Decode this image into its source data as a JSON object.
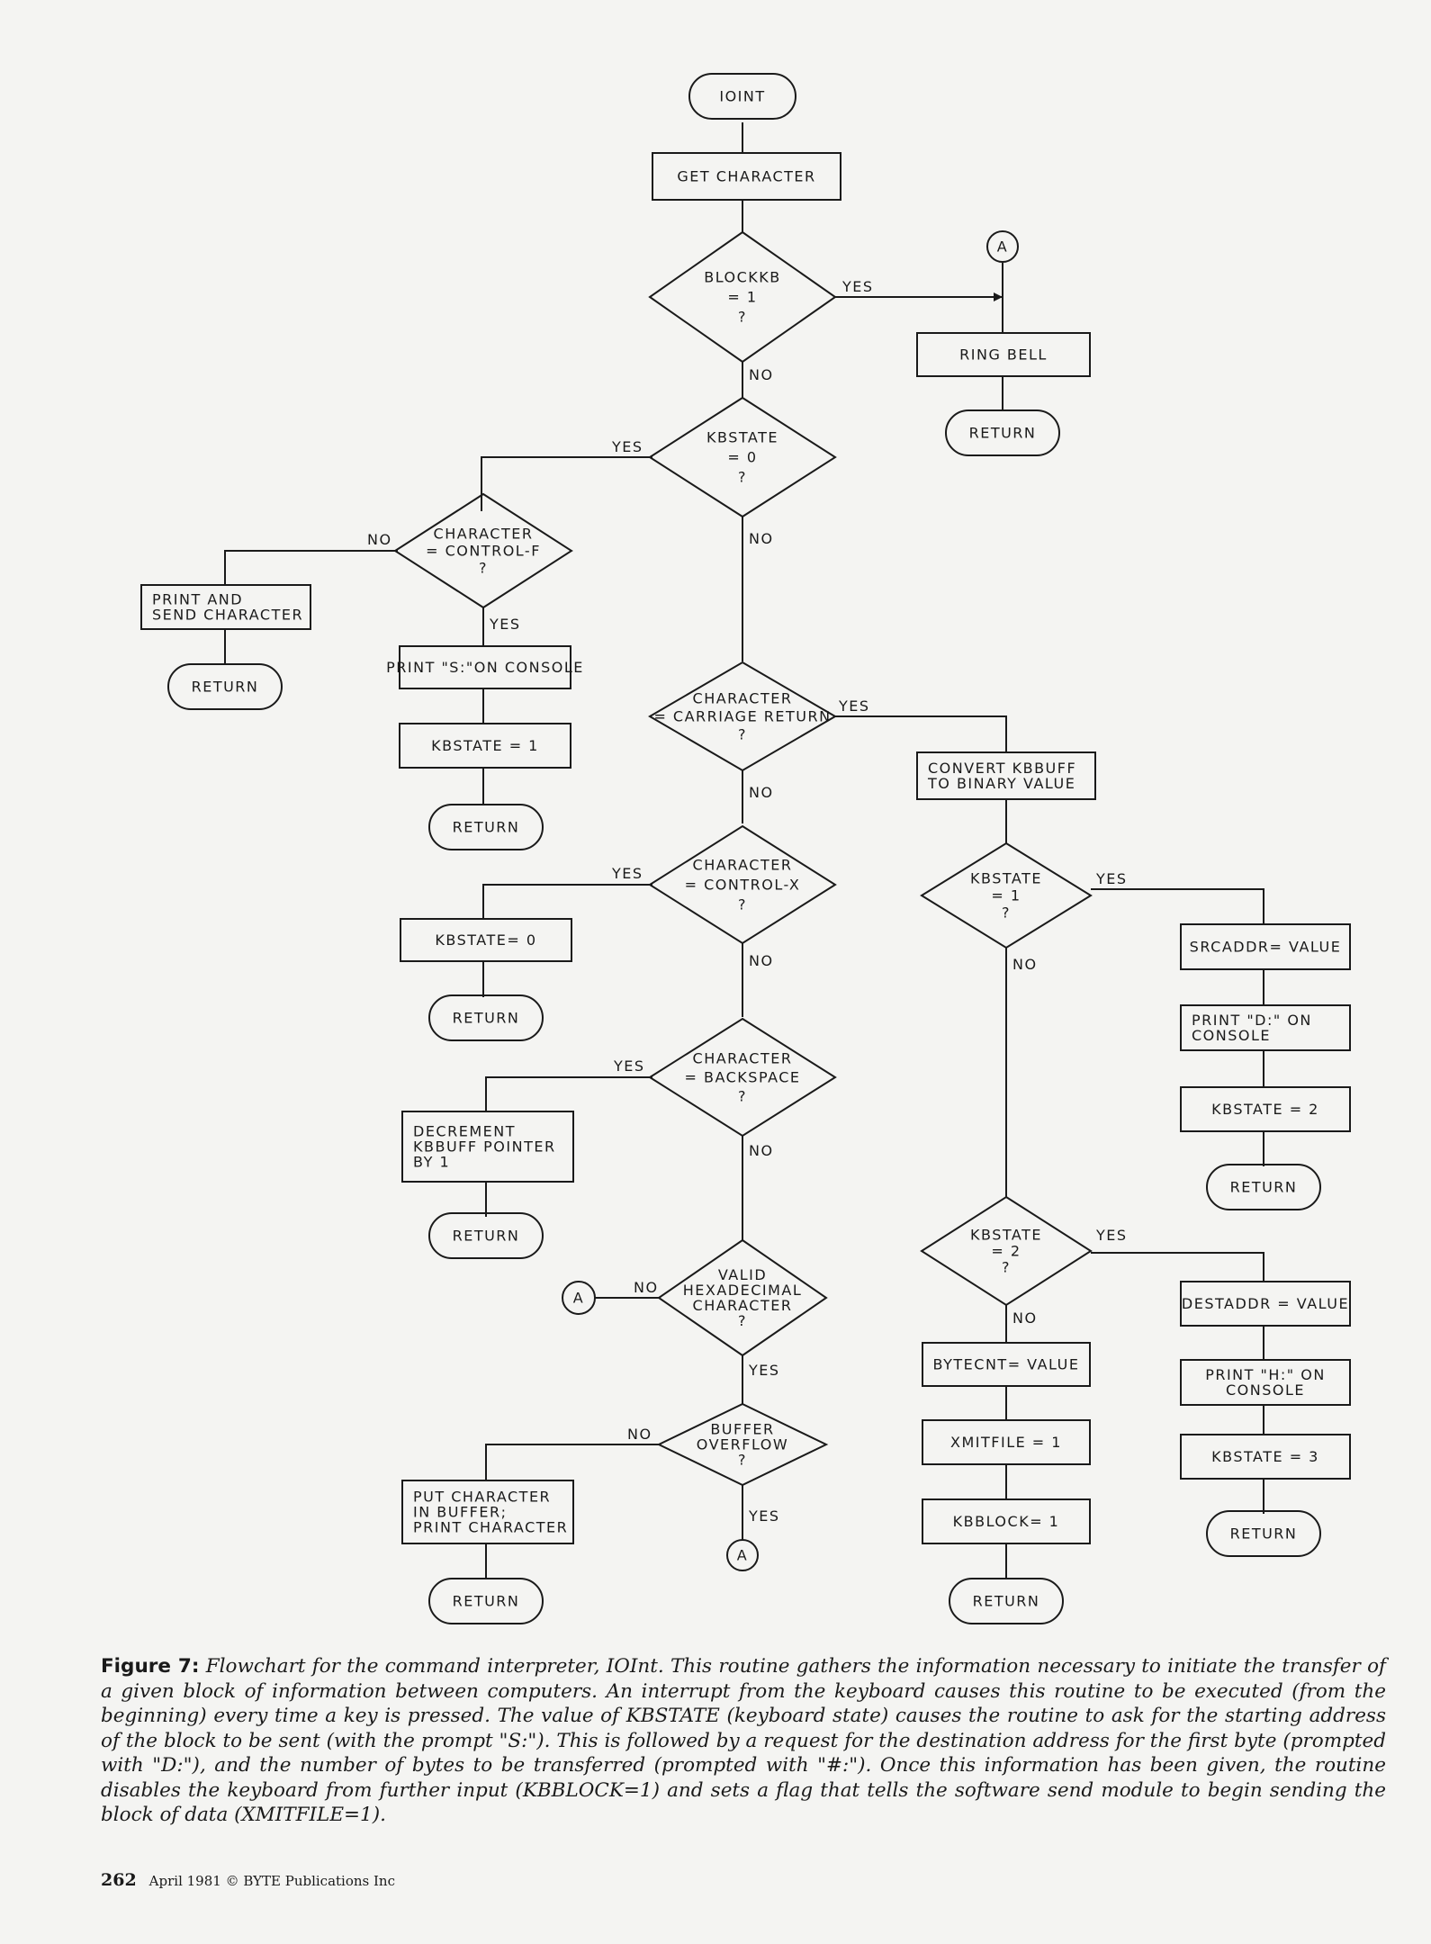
{
  "flowchart": {
    "nodes": {
      "ioint": "IOINT",
      "get_char": "GET CHARACTER",
      "blockkb": [
        "BLOCKKB",
        "= 1",
        "?"
      ],
      "ring_bell": "RING BELL",
      "ret_bell": "RETURN",
      "kbstate0": [
        "KBSTATE",
        "= 0",
        "?"
      ],
      "ctrl_f": [
        "CHARACTER",
        "= CONTROL-F",
        "?"
      ],
      "print_send": [
        "PRINT AND",
        "SEND CHARACTER"
      ],
      "ret_print": "RETURN",
      "print_s": "PRINT \"S:\"ON CONSOLE",
      "kbstate_set1": "KBSTATE = 1",
      "ret_s": "RETURN",
      "cr": [
        "CHARACTER",
        "= CARRIAGE RETURN",
        "?"
      ],
      "convert": [
        "CONVERT KBBUFF",
        "TO BINARY VALUE"
      ],
      "ctrl_x": [
        "CHARACTER",
        "= CONTROL-X",
        "?"
      ],
      "kbstate_set0": "KBSTATE= 0",
      "ret_x": "RETURN",
      "kbstate1_q": [
        "KBSTATE",
        "= 1",
        "?"
      ],
      "srcaddr": "SRCADDR= VALUE",
      "print_d": [
        "PRINT \"D:\" ON",
        "CONSOLE"
      ],
      "kbstate_set2": "KBSTATE = 2",
      "ret_d": "RETURN",
      "backspace": [
        "CHARACTER",
        "= BACKSPACE",
        "?"
      ],
      "decrement": [
        "DECREMENT",
        "KBBUFF POINTER",
        "BY 1"
      ],
      "ret_bs": "RETURN",
      "kbstate2_q": [
        "KBSTATE",
        "= 2",
        "?"
      ],
      "destaddr": "DESTADDR = VALUE",
      "print_h": [
        "PRINT \"H:\" ON",
        "CONSOLE"
      ],
      "kbstate_set3": "KBSTATE = 3",
      "ret_h": "RETURN",
      "valid_hex": [
        "VALID",
        "HEXADECIMAL",
        "CHARACTER",
        "?"
      ],
      "bytecnt": "BYTECNT= VALUE",
      "xmitfile": "XMITFILE = 1",
      "kbblock": "KBBLOCK= 1",
      "ret_kb": "RETURN",
      "overflow": [
        "BUFFER",
        "OVERFLOW",
        "?"
      ],
      "put_char": [
        "PUT CHARACTER",
        "IN BUFFER;",
        "PRINT CHARACTER"
      ],
      "ret_put": "RETURN",
      "conn_a_top": "A",
      "conn_a_mid": "A",
      "conn_a_bot": "A"
    },
    "edge_labels": {
      "blockkb_yes": "YES",
      "blockkb_no": "NO",
      "kbstate0_yes": "YES",
      "kbstate0_no": "NO",
      "ctrl_f_no": "NO",
      "ctrl_f_yes": "YES",
      "cr_yes": "YES",
      "cr_no": "NO",
      "ctrl_x_yes": "YES",
      "ctrl_x_no": "NO",
      "kbstate1_yes": "YES",
      "kbstate1_no": "NO",
      "backspace_yes": "YES",
      "backspace_no": "NO",
      "kbstate2_yes": "YES",
      "kbstate2_no": "NO",
      "valid_no": "NO",
      "valid_yes": "YES",
      "overflow_no": "NO",
      "overflow_yes": "YES"
    }
  },
  "caption": {
    "label": "Figure 7:",
    "text": "Flowchart for the command interpreter, IOInt. This routine gathers the information necessary to initiate the transfer of a given block of information between computers. An interrupt from the keyboard causes this routine to be executed (from the beginning) every time a key is pressed. The value of KBSTATE (keyboard state) causes the routine to ask for the starting address of the block to be sent (with the prompt \"S:\"). This is followed by a request for the destination address for the first byte (prompted with \"D:\"), and the number of bytes to be transferred (prompted with \"#:\"). Once this information has been given, the routine disables the keyboard from further input (KBBLOCK=1) and sets a flag that tells the software send module to begin sending the block of data (XMITFILE=1)."
  },
  "footer": {
    "page_number": "262",
    "publication": "April 1981 © BYTE Publications Inc"
  }
}
